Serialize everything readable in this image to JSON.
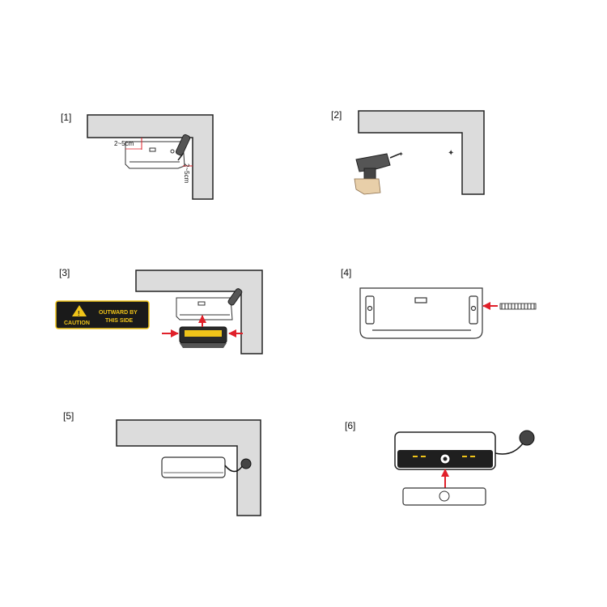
{
  "steps": [
    {
      "label": "[1]"
    },
    {
      "label": "[2]"
    },
    {
      "label": "[3]"
    },
    {
      "label": "[4]"
    },
    {
      "label": "[5]"
    },
    {
      "label": "[6]"
    }
  ],
  "step1": {
    "dim_top": "2~5cm",
    "dim_side": "2~5cm"
  },
  "step3": {
    "caution_word": "CAUTION",
    "outward_line1": "OUTWARD BY",
    "outward_line2": "THIS SIDE"
  },
  "colors": {
    "wall": "#dcdcdc",
    "outline": "#222222",
    "arrow": "#e0202a",
    "label_bg": "#1a1a1a",
    "label_text": "#f0c419"
  }
}
